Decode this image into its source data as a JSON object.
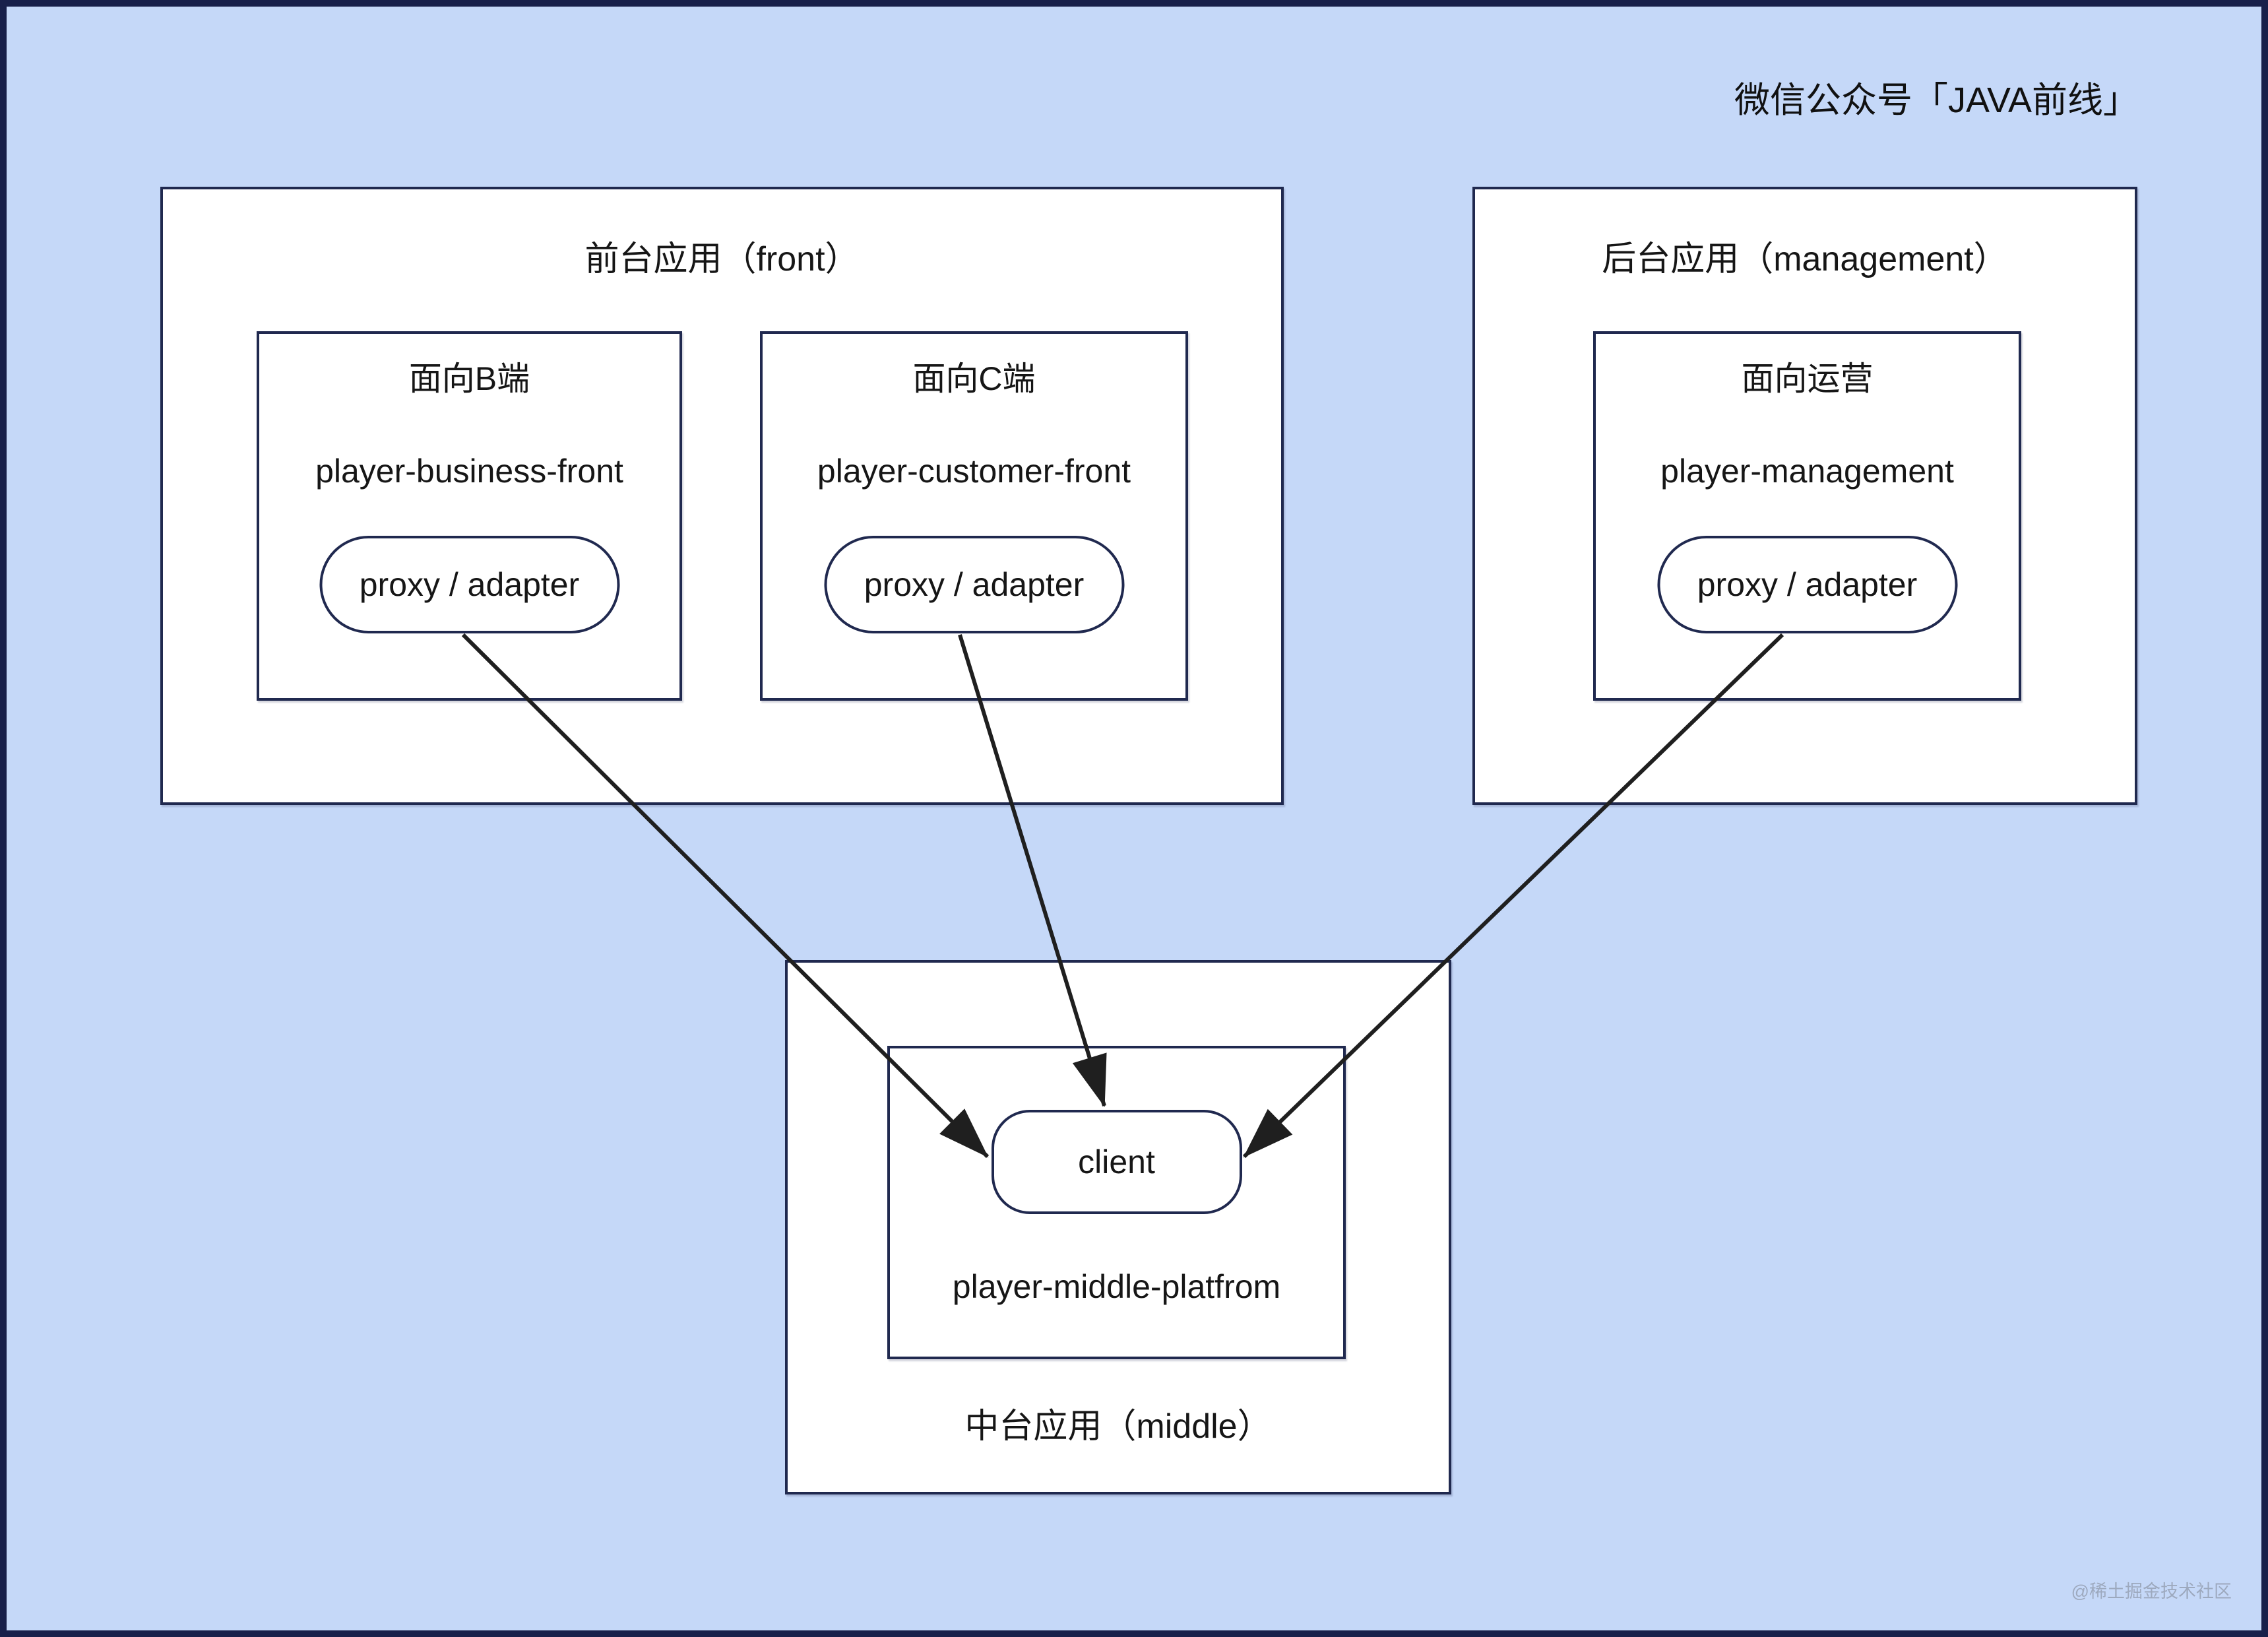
{
  "header": {
    "brand": "微信公众号「JAVA前线」"
  },
  "front": {
    "title": "前台应用（front）",
    "business": {
      "audience": "面向B端",
      "service": "player-business-front",
      "component": "proxy / adapter"
    },
    "customer": {
      "audience": "面向C端",
      "service": "player-customer-front",
      "component": "proxy / adapter"
    }
  },
  "management": {
    "title": "后台应用（management）",
    "ops": {
      "audience": "面向运营",
      "service": "player-management",
      "component": "proxy / adapter"
    }
  },
  "middle": {
    "title": "中台应用（middle）",
    "platform": {
      "component": "client",
      "service": "player-middle-platfrom"
    }
  },
  "footer": {
    "watermark": "@稀土掘金技术社区"
  },
  "colors": {
    "background": "#c5d8f8",
    "frame": "#18204a",
    "box_border": "#20294f",
    "arrow": "#1f1f1f",
    "text": "#161616",
    "watermark": "#97a1b4"
  }
}
